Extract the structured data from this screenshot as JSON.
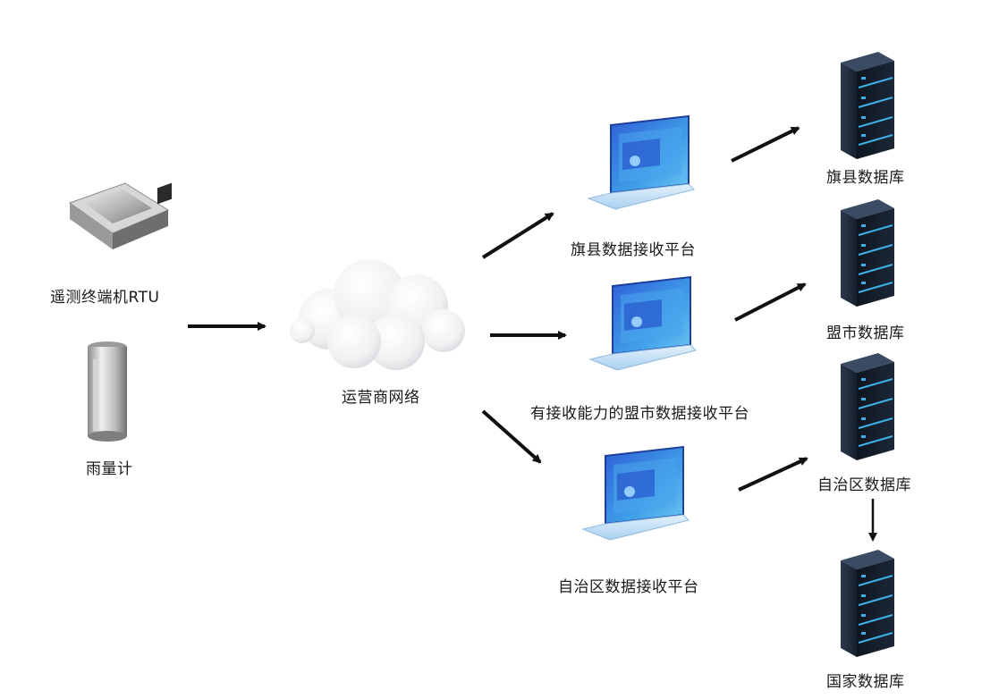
{
  "devices": {
    "rtu": {
      "label": "遥测终端机RTU",
      "icon": "rtu-device-icon"
    },
    "rain_gauge": {
      "label": "雨量计",
      "icon": "rain-gauge-icon"
    }
  },
  "network": {
    "label": "运营商网络",
    "icon": "cloud-icon"
  },
  "platforms": [
    {
      "label": "旗县数据接收平台",
      "icon": "laptop-icon"
    },
    {
      "label": "有接收能力的盟市数据接收平台",
      "icon": "laptop-icon"
    },
    {
      "label": "自治区数据接收平台",
      "icon": "laptop-icon"
    }
  ],
  "databases": [
    {
      "label": "旗县数据库",
      "icon": "server-icon"
    },
    {
      "label": "盟市数据库",
      "icon": "server-icon"
    },
    {
      "label": "自治区数据库",
      "icon": "server-icon"
    },
    {
      "label": "国家数据库",
      "icon": "server-icon"
    }
  ],
  "colors": {
    "arrow": "#111111",
    "server_body": "#1f2a3a",
    "server_accent": "#3fb0e6",
    "laptop_screen": "#3a7be0",
    "laptop_body": "#cfe4f7"
  }
}
